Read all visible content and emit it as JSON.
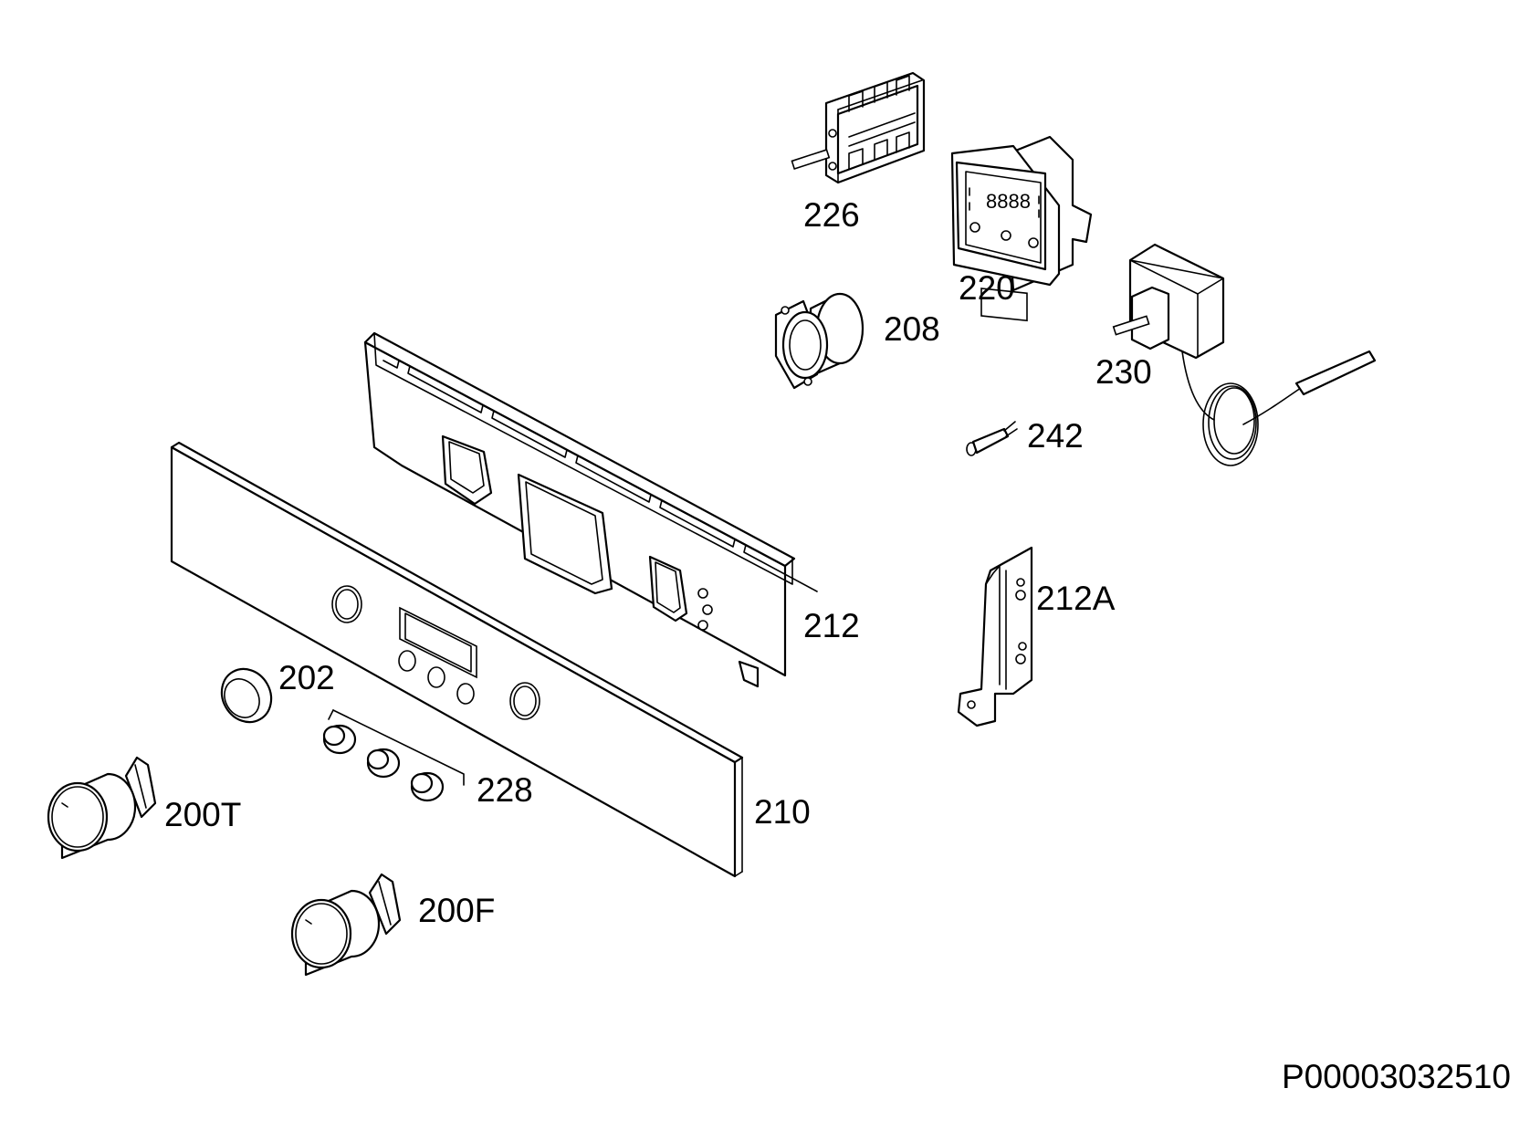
{
  "diagram": {
    "labels": {
      "p226": "226",
      "p220": "220",
      "p208": "208",
      "p230": "230",
      "p242": "242",
      "p212": "212",
      "p212a": "212A",
      "p202": "202",
      "p228": "228",
      "p210": "210",
      "p200t": "200T",
      "p200f": "200F"
    },
    "drawing_number": "P00003032510"
  }
}
